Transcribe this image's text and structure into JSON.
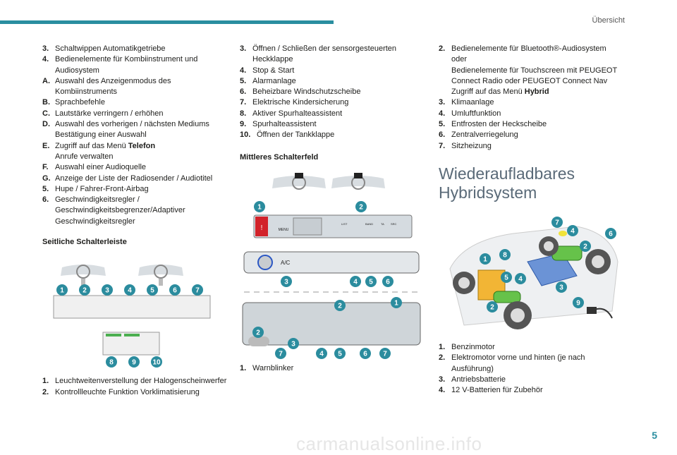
{
  "header": {
    "section": "Übersicht"
  },
  "col1": {
    "items": [
      {
        "n": "3.",
        "t": "Schaltwippen Automatikgetriebe"
      },
      {
        "n": "4.",
        "t": "Bedienelemente für Kombiinstrument und Audiosystem"
      },
      {
        "n": "A.",
        "t": "Auswahl des Anzeigenmodus des Kombiinstruments"
      },
      {
        "n": "B.",
        "t": "Sprachbefehle"
      },
      {
        "n": "C.",
        "t": "Lautstärke verringern / erhöhen"
      },
      {
        "n": "D.",
        "t": "Auswahl des vorherigen / nächsten Mediums Bestätigung einer Auswahl"
      },
      {
        "n": "E.",
        "t": "Zugriff auf das Menü",
        "b": "Telefon",
        "t2": "Anrufe verwalten"
      },
      {
        "n": "F.",
        "t": "Auswahl einer Audioquelle"
      },
      {
        "n": "G.",
        "t": "Anzeige der Liste der Radiosender / Audiotitel"
      },
      {
        "n": "5.",
        "t": "Hupe / Fahrer-Front-Airbag"
      },
      {
        "n": "6.",
        "t": "Geschwindigkeitsregler / Geschwindigkeitsbegrenzer/Adaptiver Geschwindigkeitsregler"
      }
    ],
    "subheading": "Seitliche Schalterleiste",
    "bottom_items": [
      {
        "n": "1.",
        "t": "Leuchtweitenverstellung der Halogenscheinwerfer"
      },
      {
        "n": "2.",
        "t": "Kontrollleuchte Funktion Vorklimatisierung"
      }
    ]
  },
  "col2": {
    "items": [
      {
        "n": "3.",
        "t": "Öffnen / Schließen der sensorgesteuerten Heckklappe"
      },
      {
        "n": "4.",
        "t": "Stop & Start"
      },
      {
        "n": "5.",
        "t": "Alarmanlage"
      },
      {
        "n": "6.",
        "t": "Beheizbare Windschutzscheibe"
      },
      {
        "n": "7.",
        "t": "Elektrische Kindersicherung"
      },
      {
        "n": "8.",
        "t": "Aktiver Spurhalteassistent"
      },
      {
        "n": "9.",
        "t": "Spurhalteassistent"
      },
      {
        "n": "10.",
        "t": "Öffnen der Tankklappe"
      }
    ],
    "subheading": "Mittleres Schalterfeld",
    "bottom_items": [
      {
        "n": "1.",
        "t": "Warnblinker"
      }
    ],
    "panel_labels": {
      "menu": "MENU",
      "list": "LIST",
      "band": "BAND",
      "ta": "TA",
      "src": "SRC",
      "ac": "A/C"
    }
  },
  "col3": {
    "items": [
      {
        "n": "2.",
        "t": "Bedienelemente für Bluetooth®-Audiosystem",
        "t_or": "oder",
        "t2": "Bedienelemente für Touchscreen mit PEUGEOT Connect Radio oder PEUGEOT Connect Nav Zugriff auf das Menü",
        "b": "Hybrid"
      },
      {
        "n": "3.",
        "t": "Klimaanlage"
      },
      {
        "n": "4.",
        "t": "Umluftfunktion"
      },
      {
        "n": "5.",
        "t": "Entfrosten der Heckscheibe"
      },
      {
        "n": "6.",
        "t": "Zentralverriegelung"
      },
      {
        "n": "7.",
        "t": "Sitzheizung"
      }
    ],
    "heading": "Wiederaufladbares Hybridsystem",
    "bottom_items": [
      {
        "n": "1.",
        "t": "Benzinmotor"
      },
      {
        "n": "2.",
        "t": "Elektromotor vorne und hinten (je nach Ausführung)"
      },
      {
        "n": "3.",
        "t": "Antriebsbatterie"
      },
      {
        "n": "4.",
        "t": "12 V-Batterien für Zubehör"
      }
    ]
  },
  "figures": {
    "side_badges_top": [
      "1",
      "2",
      "3",
      "4",
      "5",
      "6",
      "7"
    ],
    "side_badges_bottom": [
      "8",
      "9",
      "10"
    ],
    "center_badges_a": [
      "1",
      "2"
    ],
    "center_badges_b": [
      "3",
      "4",
      "5",
      "6"
    ],
    "center_badges_c": [
      "1",
      "2",
      "2",
      "3",
      "7",
      "4",
      "5",
      "6",
      "7"
    ],
    "hybrid_badges": [
      "7",
      "4",
      "6",
      "2",
      "8",
      "1",
      "5",
      "4",
      "3",
      "2",
      "9"
    ],
    "accent_color": "#2a8ea0"
  },
  "footer": {
    "page": "5",
    "watermark": "carmanualsonline.info"
  }
}
